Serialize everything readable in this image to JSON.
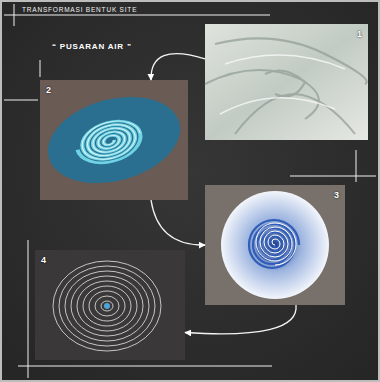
{
  "diagram": {
    "title": "TRANSFORMASI BENTUK SITE",
    "nodes": [
      {
        "text": [
          "1"
        ]
      },
      {
        "text": [
          "2"
        ]
      },
      {
        "text": [
          "3"
        ]
      },
      {
        "text": [
          "4"
        ]
      }
    ],
    "edges": [
      {
        "from": 0,
        "to": 1,
        "arrow": "to"
      },
      {
        "from": 1,
        "to": 2,
        "arrow": "to"
      },
      {
        "from": 2,
        "to": 3,
        "arrow": "to"
      }
    ],
    "labels": [
      "“ PUSARAN AIR ”"
    ]
  }
}
